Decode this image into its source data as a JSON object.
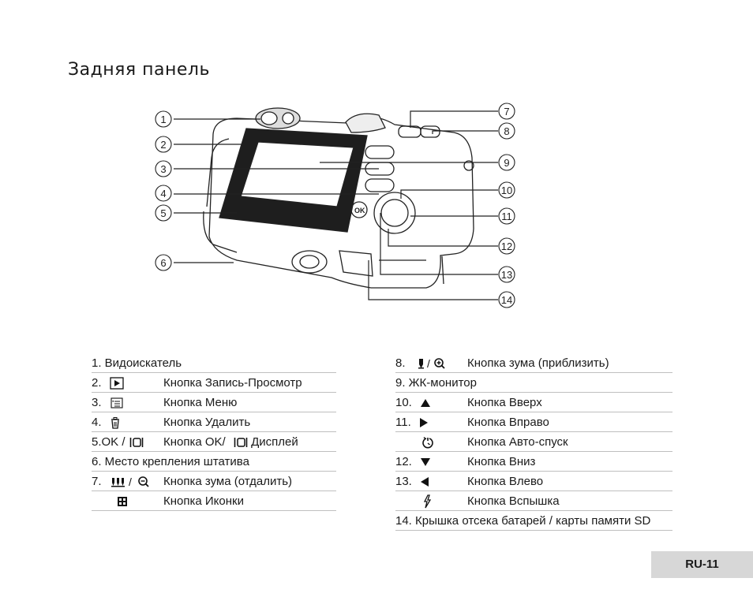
{
  "title": "Задняя панель",
  "callouts": [
    "1",
    "2",
    "3",
    "4",
    "5",
    "6",
    "7",
    "8",
    "9",
    "10",
    "11",
    "12",
    "13",
    "14"
  ],
  "left_rows": [
    {
      "num": "1. Видоискатель",
      "icon": "",
      "label": ""
    },
    {
      "num": "2.",
      "icon": "play-box-icon",
      "label": "Кнопка Запись-Просмотр"
    },
    {
      "num": "3.",
      "icon": "menu-box-icon",
      "label": "Кнопка Меню"
    },
    {
      "num": "4.",
      "icon": "trash-icon",
      "label": "Кнопка Удалить"
    },
    {
      "num": "5.OK /",
      "icon": "display-icon",
      "label": "Кнопка OK/",
      "label_icon": "display-icon",
      "label_tail": "Дисплей"
    },
    {
      "num": "6. Место крепления штатива",
      "icon": "",
      "label": ""
    },
    {
      "num": "7.",
      "icon": "zoom-out-icons",
      "label": "Кнопка зума (отдалить)"
    },
    {
      "num": "",
      "icon": "thumbnail-icon",
      "label": "Кнопка Иконки"
    }
  ],
  "right_rows": [
    {
      "num": "8.",
      "icon": "zoom-in-icons",
      "label": "Кнопка зума (приблизить)"
    },
    {
      "num": "9. ЖК-монитор",
      "icon": "",
      "label": ""
    },
    {
      "num": "10.",
      "icon": "arrow-up-icon",
      "label": "Кнопка Вверх"
    },
    {
      "num": "11.",
      "icon": "arrow-right-icon",
      "label": "Кнопка Вправо"
    },
    {
      "num": "",
      "icon": "self-timer-icon",
      "label": "Кнопка Авто-спуск"
    },
    {
      "num": "12.",
      "icon": "arrow-down-icon",
      "label": "Кнопка Вниз"
    },
    {
      "num": "13.",
      "icon": "arrow-left-icon",
      "label": "Кнопка Влево"
    },
    {
      "num": "",
      "icon": "flash-icon",
      "label": "Кнопка Вспышка"
    },
    {
      "num": "14. Крышка отсека батарей / карты памяти SD",
      "icon": "",
      "label": ""
    }
  ],
  "page_number": "RU-11"
}
